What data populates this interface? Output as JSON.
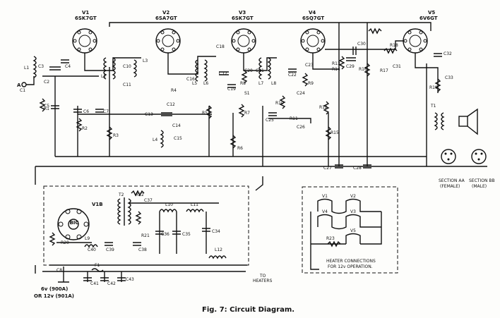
{
  "caption": "Fig. 7: Circuit Diagram.",
  "tubes": [
    {
      "id": "V1",
      "type": "6SK7GT"
    },
    {
      "id": "V2",
      "type": "6SA7GT"
    },
    {
      "id": "V3",
      "type": "6SK7GT"
    },
    {
      "id": "V4",
      "type": "6SQ7GT"
    },
    {
      "id": "V5",
      "type": "6V6GT"
    }
  ],
  "vibrator": "V1B",
  "vibrator_model": "BIC",
  "transformers": [
    "T1",
    "T2"
  ],
  "inductors": [
    "L1",
    "L2",
    "L3",
    "L4",
    "L5",
    "L6",
    "L7",
    "L8",
    "L9",
    "L10",
    "L11",
    "L12"
  ],
  "capacitors": [
    "C1",
    "C2",
    "C3",
    "C4",
    "C5",
    "C6",
    "C7",
    "C8",
    "C9",
    "C10",
    "C11",
    "C12",
    "C13",
    "C14",
    "C15",
    "C16",
    "C17",
    "C18",
    "C19",
    "C20",
    "C21",
    "C22",
    "C23",
    "C24",
    "C25",
    "C26",
    "C27",
    "C28",
    "C29",
    "C30",
    "C31",
    "C32",
    "C33",
    "C34",
    "C35",
    "C36",
    "C37",
    "C38",
    "C39",
    "C40",
    "C41",
    "C42",
    "C43"
  ],
  "resistors": [
    "R1",
    "R2",
    "R3",
    "R4",
    "R5",
    "R6",
    "R7",
    "R8",
    "R9",
    "R10",
    "R11",
    "R12",
    "R13",
    "R14",
    "R15",
    "R16",
    "R17",
    "R18",
    "R19",
    "R20",
    "R21",
    "R22",
    "R23"
  ],
  "switches": [
    "S1"
  ],
  "fuses": [
    "F1"
  ],
  "antenna": "A",
  "sections": [
    {
      "name": "SECTION AA",
      "note": "(FEMALE)"
    },
    {
      "name": "SECTION BB",
      "note": "(MALE)"
    }
  ],
  "supply_note_1": "6v (900A)",
  "supply_note_2": "OR 12v (901A)",
  "to_heaters": "TO",
  "to_heaters_2": "HEATERS",
  "heater_box": {
    "title_1": "HEATER CONNECTIONS",
    "title_2": "FOR 12v OPERATION.",
    "tubes": [
      "V1",
      "V2",
      "V4",
      "V3",
      "V5"
    ],
    "resistor": "R23"
  }
}
